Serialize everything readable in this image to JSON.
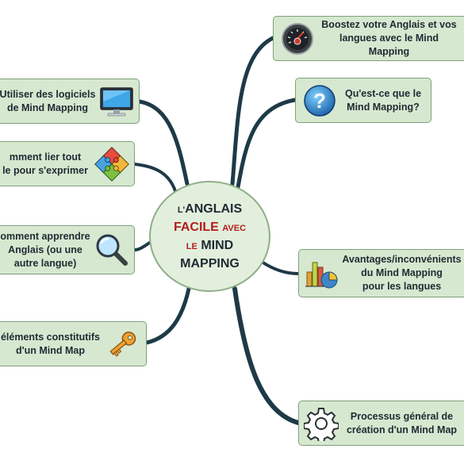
{
  "center": {
    "line1_a": "L'",
    "line1_b": "ANGLAIS",
    "line2_a": "FACILE",
    "line2_b": "AVEC",
    "line3_a": "LE",
    "line3_b": "MIND",
    "line4": "MAPPING"
  },
  "branches": [
    {
      "id": "boostez",
      "text": "Boostez votre Anglais et vos\nlangues avec le Mind Mapping",
      "icon": "speedometer-icon"
    },
    {
      "id": "quest-ce",
      "text": "Qu'est-ce que le\nMind Mapping?",
      "icon": "question-icon"
    },
    {
      "id": "avantages",
      "text": "Avantages/inconvénients\ndu Mind Mapping\npour les langues",
      "icon": "chart-icon"
    },
    {
      "id": "processus",
      "text": "Processus général de\ncréation d'un Mind Map",
      "icon": "gear-icon"
    },
    {
      "id": "logiciels",
      "text": "Utiliser des logiciels\nde Mind Mapping",
      "icon": "monitor-icon"
    },
    {
      "id": "lier",
      "text": "mment lier tout\nle pour s'exprimer",
      "icon": "puzzle-icon"
    },
    {
      "id": "apprendre",
      "text": "omment apprendre\nAnglais (ou une\nautre langue)",
      "icon": "magnifier-icon"
    },
    {
      "id": "elements",
      "text": "éléments constitutifs\nd'un Mind Map",
      "icon": "key-icon"
    }
  ],
  "colors": {
    "branch_line": "#1e3a47",
    "node_fill": "#d6e8cf",
    "node_border": "#7fa07a",
    "center_fill": "#e2efdc",
    "accent_red": "#b11d1d"
  }
}
